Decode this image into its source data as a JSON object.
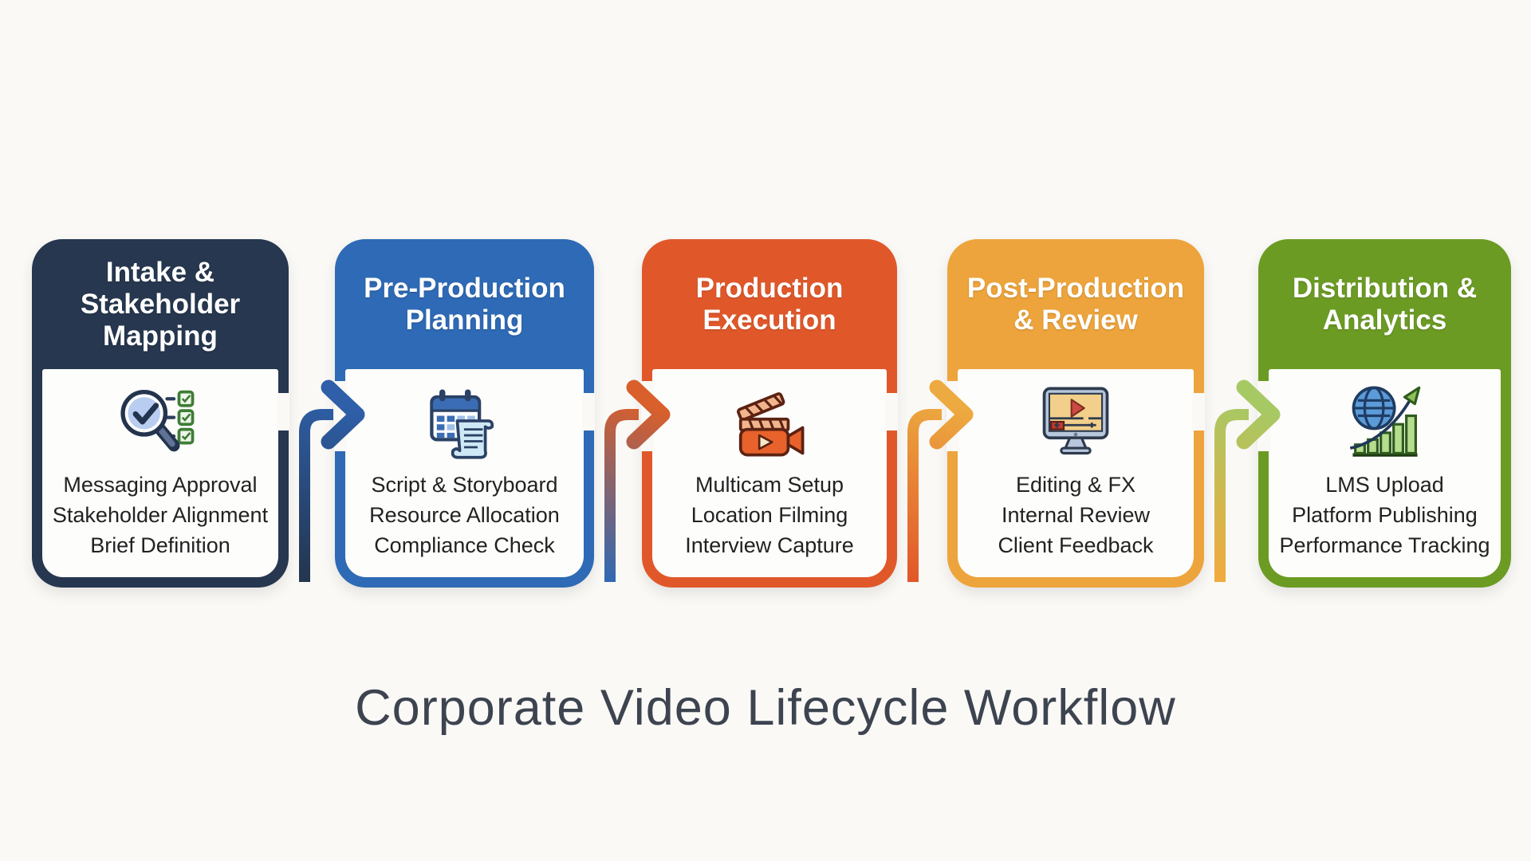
{
  "page": {
    "background": "#faf9f6",
    "caption": "Corporate Video Lifecycle Workflow",
    "caption_color": "#3d4450"
  },
  "stages": [
    {
      "title_lines": [
        "Intake &",
        "Stakeholder",
        "Mapping"
      ],
      "color": "#26374F",
      "icon": "magnifier-checklist-icon",
      "items": [
        "Messaging Approval",
        "Stakeholder Alignment",
        "Brief Definition"
      ]
    },
    {
      "title_lines": [
        "Pre-Production",
        "Planning"
      ],
      "color": "#2E6AB5",
      "icon": "calendar-script-icon",
      "items": [
        "Script & Storyboard",
        "Resource Allocation",
        "Compliance Check"
      ]
    },
    {
      "title_lines": [
        "Production",
        "Execution"
      ],
      "color": "#E0582A",
      "icon": "video-camera-clapper-icon",
      "items": [
        "Multicam Setup",
        "Location Filming",
        "Interview Capture"
      ]
    },
    {
      "title_lines": [
        "Post-Production",
        "& Review"
      ],
      "color": "#EDA43C",
      "icon": "video-monitor-review-icon",
      "items": [
        "Editing & FX",
        "Internal Review",
        "Client Feedback"
      ]
    },
    {
      "title_lines": [
        "Distribution &",
        "Analytics"
      ],
      "color": "#6C9B24",
      "icon": "globe-analytics-icon",
      "items": [
        "LMS Upload",
        "Platform Publishing",
        "Performance Tracking"
      ]
    }
  ],
  "arrows": [
    {
      "from": "#243650",
      "to": "#2E5FA8"
    },
    {
      "from": "#3468B0",
      "to": "#D95F2B"
    },
    {
      "from": "#E2582A",
      "to": "#EDAA40"
    },
    {
      "from": "#F0AA3E",
      "to": "#A6C964"
    }
  ]
}
